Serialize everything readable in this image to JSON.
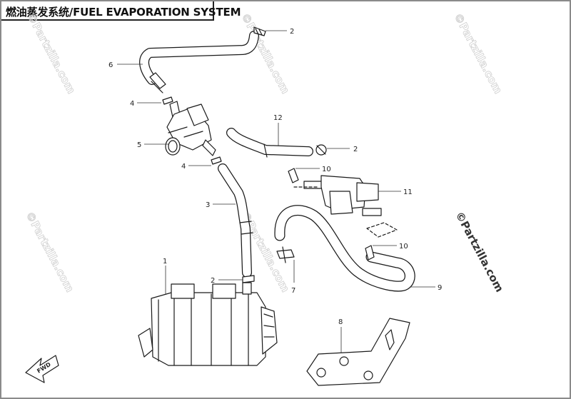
{
  "title": "燃油蒸发系统/FUEL EVAPORATION SYSTEM",
  "watermark": "©Partzilla.com",
  "fwd_label": "FWD",
  "callouts": {
    "c1": "1",
    "c2a": "2",
    "c2b": "2",
    "c2c": "2",
    "c3": "3",
    "c4a": "4",
    "c4b": "4",
    "c5": "5",
    "c6": "6",
    "c7": "7",
    "c8": "8",
    "c9": "9",
    "c10a": "10",
    "c10b": "10",
    "c11": "11",
    "c12": "12"
  },
  "colors": {
    "line": "#1a1a1a",
    "frame": "#8a8a8a",
    "watermark": "#cfcfcf"
  }
}
